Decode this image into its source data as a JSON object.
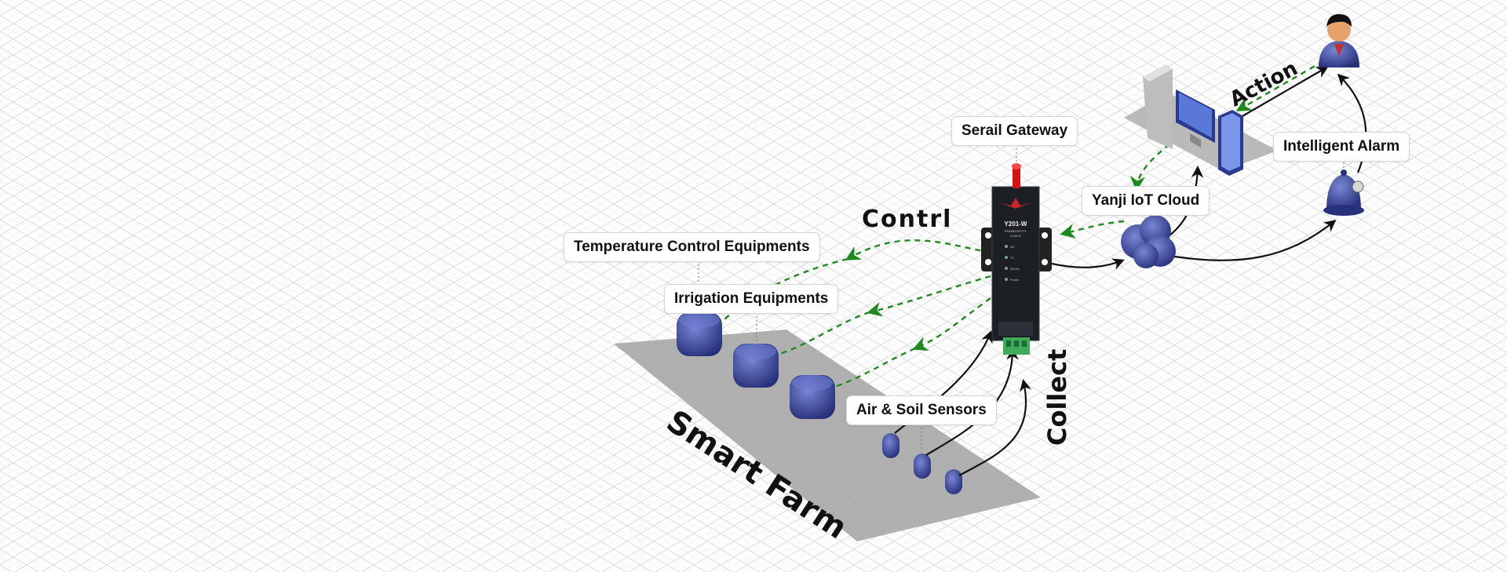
{
  "labels": {
    "serial_gateway": "Serail Gateway",
    "yanji_cloud": "Yanji IoT Cloud",
    "intelligent_alarm": "Intelligent Alarm",
    "temperature_control": "Temperature Control Equipments",
    "irrigation": "Irrigation Equipments",
    "sensors": "Air & Soil Sensors",
    "action": "Action",
    "control": "Contrl",
    "collect": "Collect",
    "smart_farm": "Smart Farm"
  },
  "device": {
    "model": "Y201-W",
    "subtitle1": "RS485/232/TTL",
    "subtitle2": "to Wi-Fi",
    "leds": [
      "SE",
      "TX",
      "WLAN",
      "Power"
    ]
  },
  "colors": {
    "grid": "#d9d9d9",
    "platform": "#a9a9a9",
    "device_blue": "#3b4896",
    "control_line": "#1e8a1e",
    "data_line": "#111111",
    "antenna": "#d51313",
    "terminal": "#3faa5a"
  },
  "icons": [
    "gateway-device-icon",
    "cloud-icon",
    "computer-icon",
    "phone-icon",
    "person-icon",
    "bell-icon",
    "equipment-cube-icon",
    "sensor-icon"
  ]
}
